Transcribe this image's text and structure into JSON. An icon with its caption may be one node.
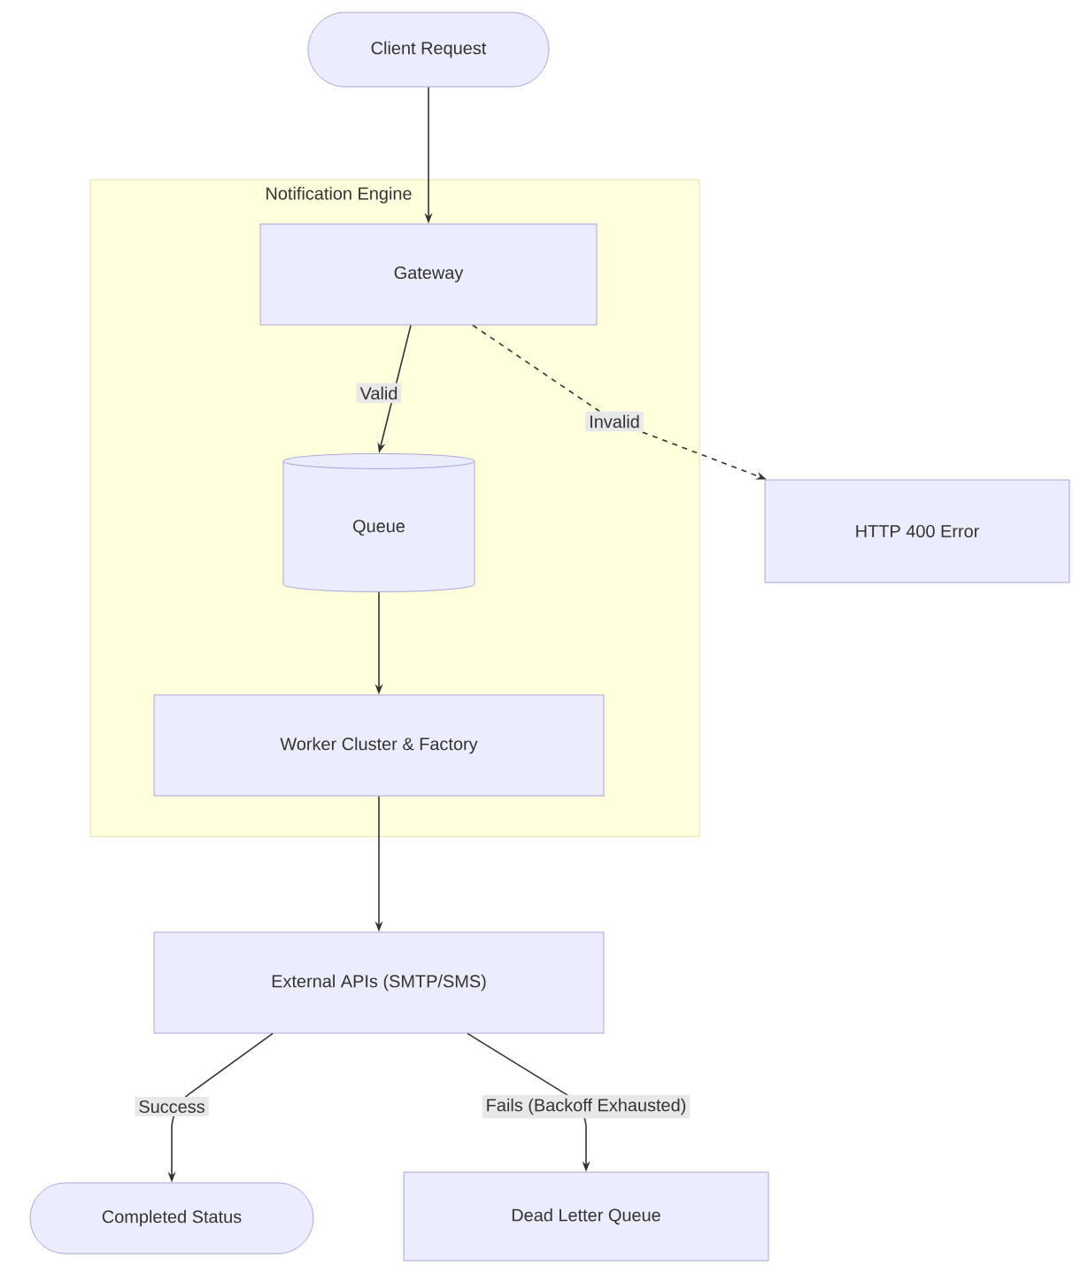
{
  "diagram": {
    "nodes": [
      {
        "text": [
          "Client Request"
        ]
      },
      {
        "text": [
          "Notification Engine"
        ]
      },
      {
        "text": [
          "Gateway"
        ],
        "in": 1
      },
      {
        "text": [
          "Queue"
        ],
        "in": 1
      },
      {
        "text": [
          "Worker Cluster & Factory"
        ],
        "in": 1
      },
      {
        "text": [
          "HTTP 400 Error"
        ]
      },
      {
        "text": [
          "External APIs (SMTP/SMS)"
        ]
      },
      {
        "text": [
          "Completed Status"
        ]
      },
      {
        "text": [
          "Dead Letter Queue"
        ]
      }
    ],
    "edges": [
      {
        "from": 0,
        "to": 2,
        "arrow": "to"
      },
      {
        "from": 2,
        "to": 3,
        "arrow": "to",
        "label": "Valid"
      },
      {
        "from": 2,
        "to": 5,
        "arrow": "to",
        "label": "Invalid",
        "style": "dashed"
      },
      {
        "from": 3,
        "to": 4,
        "arrow": "to"
      },
      {
        "from": 4,
        "to": 6,
        "arrow": "to"
      },
      {
        "from": 6,
        "to": 7,
        "arrow": "to",
        "label": "Success"
      },
      {
        "from": 6,
        "to": 8,
        "arrow": "to",
        "label": "Fails (Backoff Exhausted)"
      }
    ]
  }
}
